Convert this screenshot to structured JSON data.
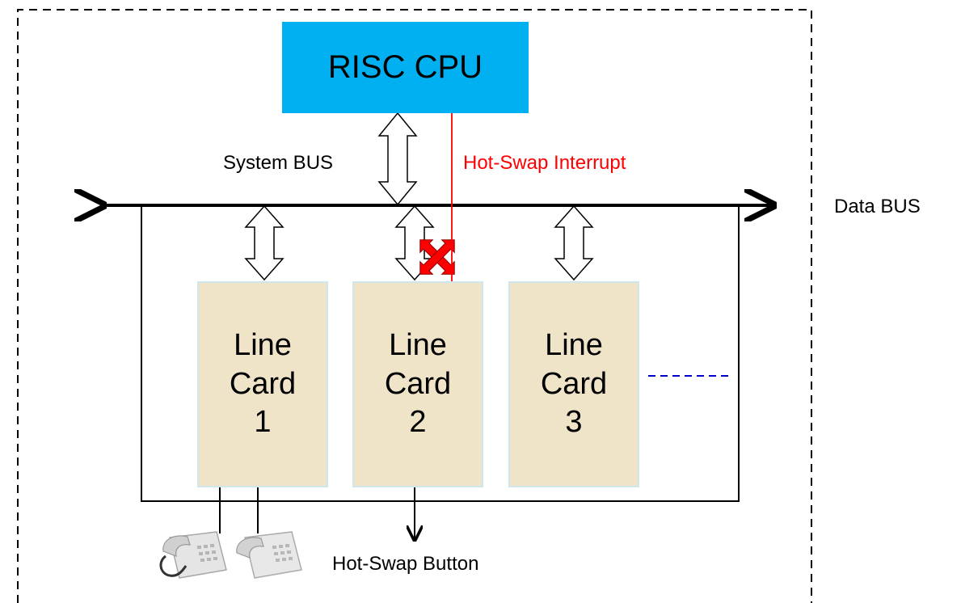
{
  "cpu": {
    "label": "RISC CPU"
  },
  "buses": {
    "system_bus_label": "System BUS",
    "data_bus_label": "Data BUS"
  },
  "interrupt": {
    "label": "Hot-Swap Interrupt"
  },
  "cards": [
    {
      "label": "Line\nCard\n1"
    },
    {
      "label": "Line\nCard\n2"
    },
    {
      "label": "Line\nCard\n3"
    }
  ],
  "button": {
    "label": "Hot-Swap Button"
  },
  "icons": [
    "arrow-icon",
    "disconnect-icon",
    "phone-icon"
  ],
  "colors": {
    "cpu": "#00b0f0",
    "card": "#efe3c8",
    "interrupt": "#ff0000",
    "dashed_extension": "#0000cc"
  }
}
